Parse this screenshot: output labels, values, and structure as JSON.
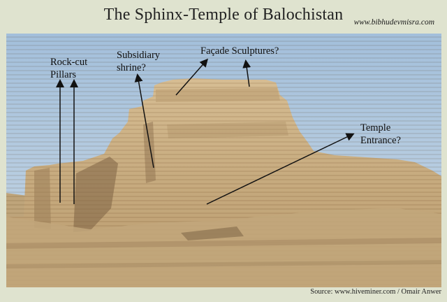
{
  "title": "The Sphinx-Temple of Balochistan",
  "website": "www.bibhudevmisra.com",
  "annotations": {
    "rock_cut_pillars": [
      "Rock-cut",
      "Pillars"
    ],
    "subsidiary_shrine": [
      "Subsidiary",
      "shrine?"
    ],
    "facade_sculptures": "Façade Sculptures?",
    "temple_entrance": [
      "Temple",
      "Entrance?"
    ]
  },
  "source": "Source: www.hiveminer.com / Omair Anwer",
  "colors": {
    "background": "#dfe3cf",
    "sky": "#a9c3dc",
    "rock": "#c7ac80",
    "rock_shadow": "#8f7452",
    "arrow": "#111111"
  }
}
